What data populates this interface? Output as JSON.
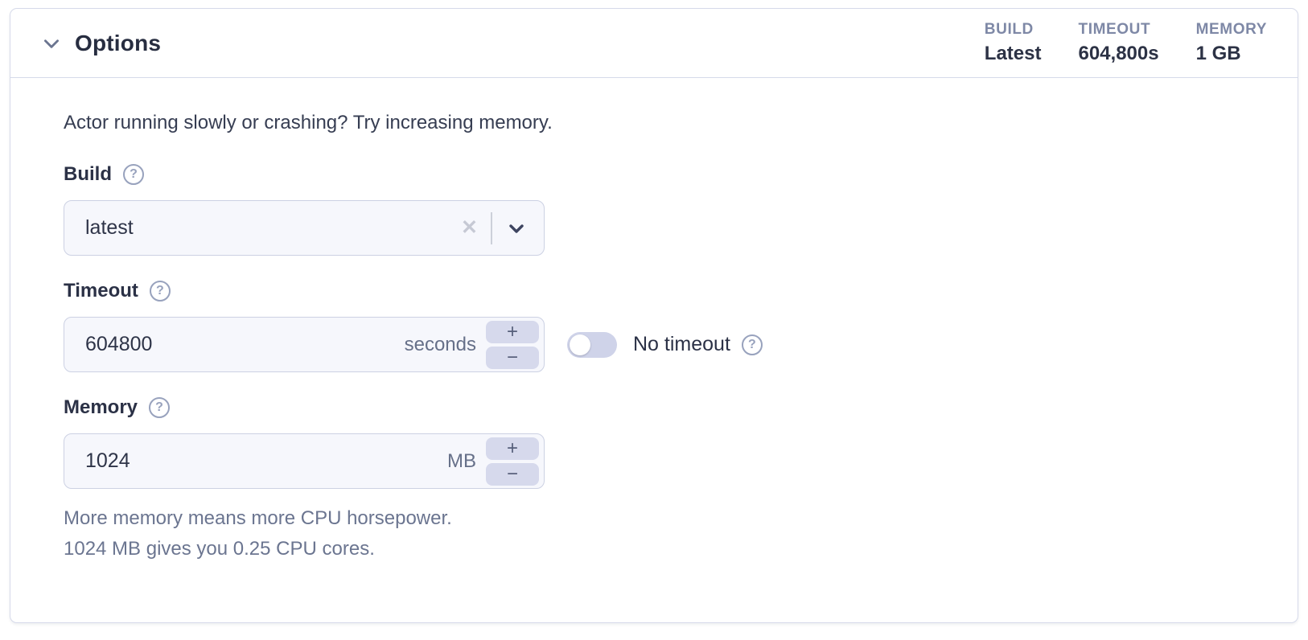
{
  "card": {
    "header": {
      "title": "Options",
      "summary": [
        {
          "label": "BUILD",
          "value": "Latest"
        },
        {
          "label": "TIMEOUT",
          "value": "604,800s"
        },
        {
          "label": "MEMORY",
          "value": "1 GB"
        }
      ]
    },
    "intro": "Actor running slowly or crashing? Try increasing memory.",
    "build": {
      "label": "Build",
      "value": "latest"
    },
    "timeout": {
      "label": "Timeout",
      "value": "604800",
      "unit": "seconds",
      "toggle_label": "No timeout",
      "toggle_state": "off"
    },
    "memory": {
      "label": "Memory",
      "value": "1024",
      "unit": "MB",
      "helper_line1": "More memory means more CPU horsepower.",
      "helper_line2": "1024 MB gives you 0.25 CPU cores."
    },
    "icons": {
      "help": "?",
      "clear": "✕",
      "plus": "+",
      "minus": "−"
    },
    "colors": {
      "card_border": "#d6daea",
      "summary_label": "#7e88a6",
      "text_dark": "#2c3245",
      "helper_text": "#6b7590",
      "input_bg": "#f6f7fc",
      "input_border": "#ccd1e3",
      "stepper_bg": "#d6d9ec",
      "toggle_track": "#cfd3e9"
    }
  }
}
